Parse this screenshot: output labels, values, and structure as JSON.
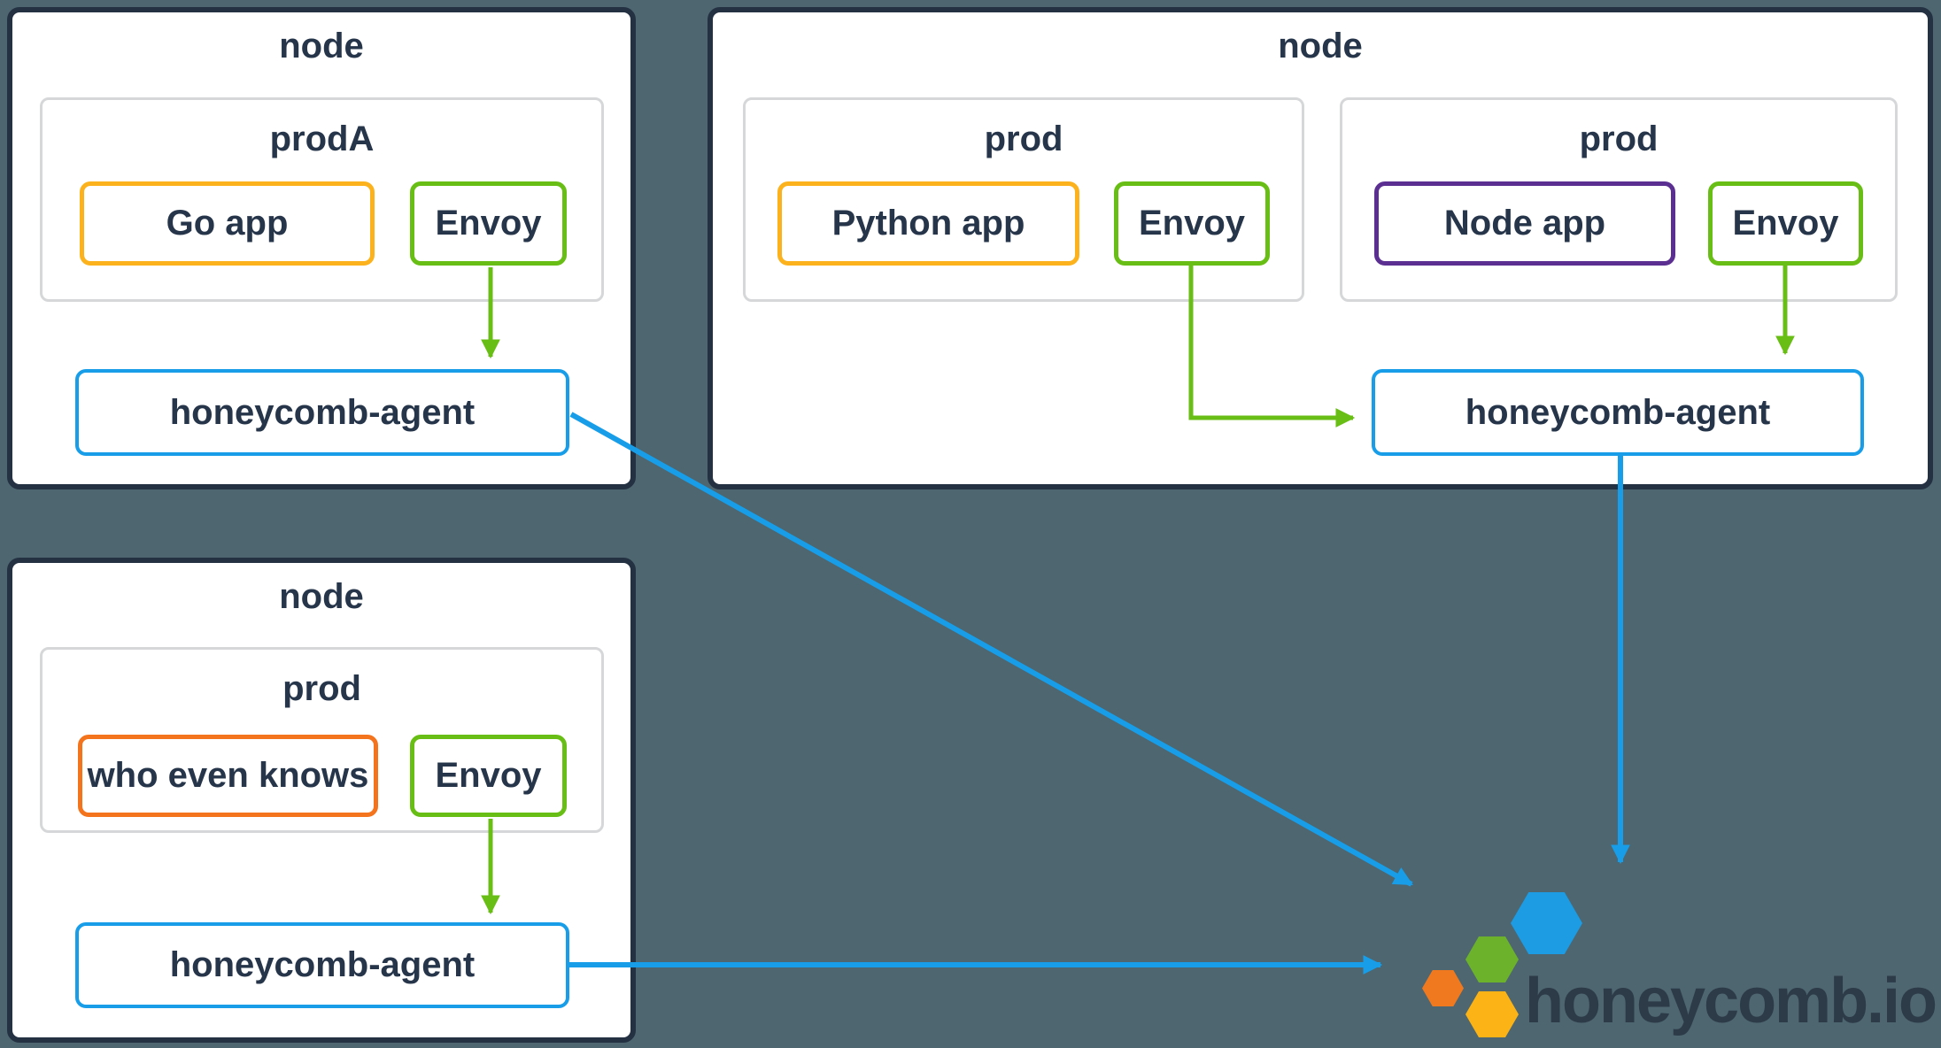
{
  "colors": {
    "background": "#4d666f",
    "node_border": "#243142",
    "node_fill": "#ffffff",
    "pod_border": "#d5d7d9",
    "label_text": "#26354a",
    "amber": "#fbb21c",
    "orange_red": "#f4731d",
    "purple": "#5b2e91",
    "green": "#68be14",
    "blue": "#189ee9",
    "logo_blue": "#1d9be3",
    "logo_green": "#6cb32b",
    "logo_orange": "#f0791f",
    "logo_yellow": "#fcb315",
    "logo_text": "#2d3b49"
  },
  "nodes": [
    {
      "id": "top-left",
      "title": "node",
      "pods": [
        {
          "title": "prodA",
          "apps": [
            {
              "label": "Go app",
              "color": "amber"
            },
            {
              "label": "Envoy",
              "color": "green"
            }
          ]
        }
      ],
      "agent": {
        "label": "honeycomb-agent"
      }
    },
    {
      "id": "top-right",
      "title": "node",
      "pods": [
        {
          "title": "prod",
          "apps": [
            {
              "label": "Python app",
              "color": "amber"
            },
            {
              "label": "Envoy",
              "color": "green"
            }
          ]
        },
        {
          "title": "prod",
          "apps": [
            {
              "label": "Node app",
              "color": "purple"
            },
            {
              "label": "Envoy",
              "color": "green"
            }
          ]
        }
      ],
      "agent": {
        "label": "honeycomb-agent"
      }
    },
    {
      "id": "bottom-left",
      "title": "node",
      "pods": [
        {
          "title": "prod",
          "apps": [
            {
              "label": "who even knows",
              "color": "orange"
            },
            {
              "label": "Envoy",
              "color": "green"
            }
          ]
        }
      ],
      "agent": {
        "label": "honeycomb-agent"
      }
    }
  ],
  "logo": {
    "text": "honeycomb.io",
    "hexagons": [
      "blue",
      "green",
      "orange",
      "yellow"
    ]
  }
}
